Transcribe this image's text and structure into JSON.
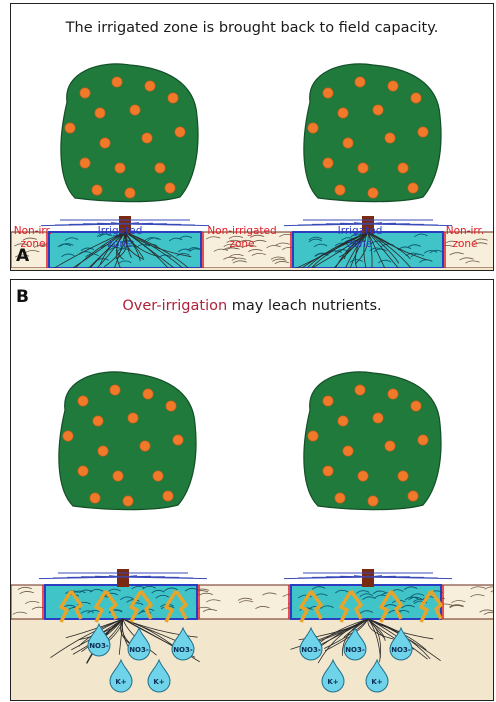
{
  "panel_a": {
    "letter": "A",
    "caption": "The irrigated zone is brought back to field capacity.",
    "zones": [
      {
        "line1": "Non-irr.",
        "line2": "zone",
        "kind": "non-irrigated"
      },
      {
        "line1": "Irrigated",
        "line2": "zone",
        "kind": "irrigated"
      },
      {
        "line1": "Non-irrigated",
        "line2": "zone",
        "kind": "non-irrigated"
      },
      {
        "line1": "Irrigated",
        "line2": "zone",
        "kind": "irrigated"
      },
      {
        "line1": "Non-irr.",
        "line2": "zone",
        "kind": "non-irrigated"
      }
    ]
  },
  "panel_b": {
    "letter": "B",
    "caption_highlight": "Over-irrigation",
    "caption_rest": " may leach nutrients.",
    "drops": [
      "NO3-",
      "K+",
      "NO3-",
      "K+",
      "NO3-"
    ]
  },
  "colors": {
    "canopy": "#1f7a3c",
    "fruit": "#f07a2a",
    "trunk": "#7a2a10",
    "soil": "#f2e6cc",
    "water": "#40c4c8",
    "irrigated_label": "#2b3dc1",
    "non_irrigated_label": "#e21b24",
    "highlight": "#b0223a"
  }
}
